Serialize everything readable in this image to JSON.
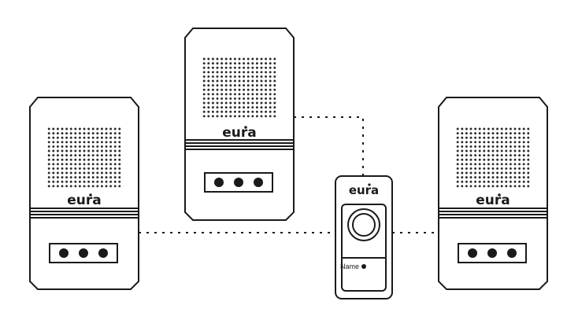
{
  "brand": {
    "logo_text": "eura"
  },
  "push_button": {
    "name_label": "Name"
  },
  "receivers": [
    {
      "id": "receiver-left"
    },
    {
      "id": "receiver-center"
    },
    {
      "id": "receiver-right"
    }
  ],
  "colors": {
    "outline": "#1a1a1a",
    "grille_dot": "#2b2b2b",
    "background": "#ffffff"
  }
}
